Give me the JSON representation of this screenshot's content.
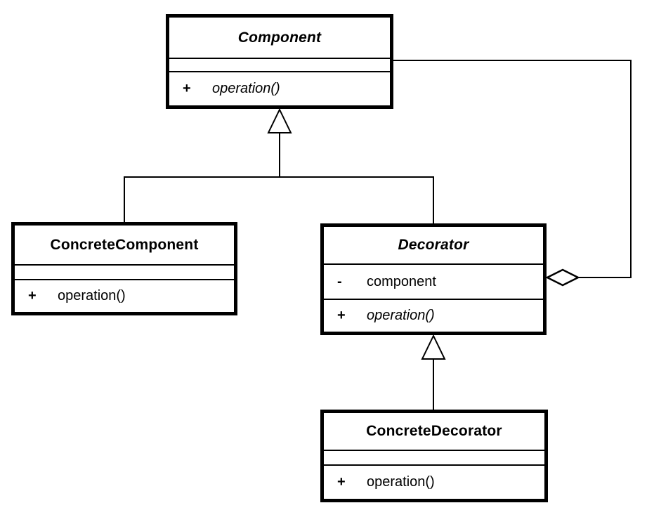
{
  "diagram": {
    "kind": "UML class diagram",
    "pattern": "Decorator",
    "background_color": "#ffffff",
    "line_color": "#000000"
  },
  "classes": {
    "component": {
      "name": "Component",
      "abstract": true,
      "attributes": [],
      "methods": [
        {
          "visibility": "+",
          "label": "operation()",
          "abstract": true
        }
      ]
    },
    "concrete_component": {
      "name": "ConcreteComponent",
      "abstract": false,
      "attributes": [],
      "methods": [
        {
          "visibility": "+",
          "label": "operation()",
          "abstract": false
        }
      ]
    },
    "decorator": {
      "name": "Decorator",
      "abstract": true,
      "attributes": [
        {
          "visibility": "-",
          "label": "component"
        }
      ],
      "methods": [
        {
          "visibility": "+",
          "label": "operation()",
          "abstract": true
        }
      ]
    },
    "concrete_decorator": {
      "name": "ConcreteDecorator",
      "abstract": false,
      "attributes": [],
      "methods": [
        {
          "visibility": "+",
          "label": "operation()",
          "abstract": false
        }
      ]
    }
  },
  "relationships": [
    {
      "type": "generalization",
      "from": "ConcreteComponent",
      "to": "Component"
    },
    {
      "type": "generalization",
      "from": "Decorator",
      "to": "Component"
    },
    {
      "type": "generalization",
      "from": "ConcreteDecorator",
      "to": "Decorator"
    },
    {
      "type": "aggregation",
      "owner": "Decorator",
      "part": "Component"
    }
  ]
}
